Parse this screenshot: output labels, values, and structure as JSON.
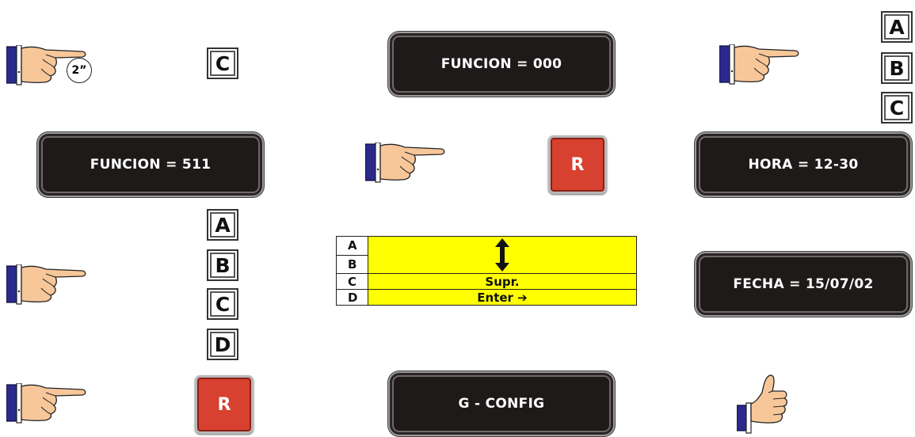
{
  "displays": {
    "funcion_000": "FUNCION = 000",
    "funcion_511": "FUNCION = 511",
    "hora": "HORA = 12-30",
    "fecha": "FECHA = 15/07/02",
    "g_config": "G - CONFIG"
  },
  "keys": {
    "c_single": "C",
    "stack_top_right": [
      "A",
      "B",
      "C"
    ],
    "stack_left": [
      "A",
      "B",
      "C",
      "D"
    ]
  },
  "r_buttons": [
    "R",
    "R"
  ],
  "hold_badge": "2”",
  "key_table": {
    "rows": [
      {
        "key": "A",
        "action": ""
      },
      {
        "key": "B",
        "action": ""
      },
      {
        "key": "C",
        "action": "Supr."
      },
      {
        "key": "D",
        "action": "Enter ➔"
      }
    ],
    "arrow_symbol": "up-down-arrow-icon",
    "fill_color": "#ffff00"
  },
  "colors": {
    "display_bg": "#1f1a1a",
    "r_button": "#d8402f",
    "sleeve": "#2b2a8c",
    "skin": "#f7c79a"
  }
}
